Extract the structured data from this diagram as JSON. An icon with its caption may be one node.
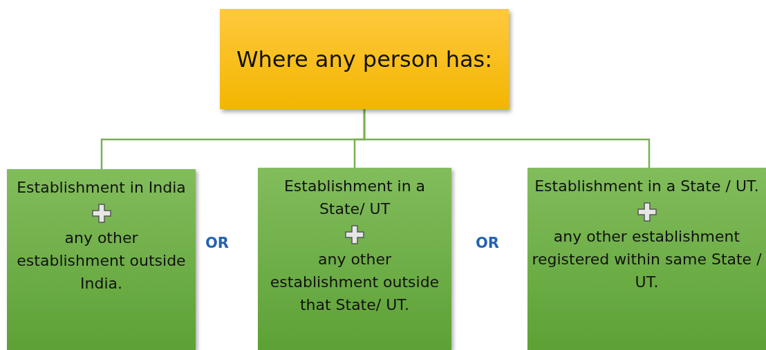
{
  "diagram": {
    "nodes": [
      {
        "text": [
          "Where any person has:"
        ]
      },
      {
        "text": [
          "Establishment in India",
          "any other establishment outside India."
        ]
      },
      {
        "text": [
          "Establishment in a State/ UT",
          "any other establishment  outside that State/ UT."
        ]
      },
      {
        "text": [
          "Establishment in a State / UT.",
          "any other establishment registered within same State / UT."
        ]
      }
    ],
    "edges": [
      {
        "from": 0,
        "to": 1,
        "arrow": "none"
      },
      {
        "from": 0,
        "to": 2,
        "arrow": "none"
      },
      {
        "from": 0,
        "to": 3,
        "arrow": "none"
      }
    ],
    "labels": [
      "OR",
      "OR"
    ]
  }
}
